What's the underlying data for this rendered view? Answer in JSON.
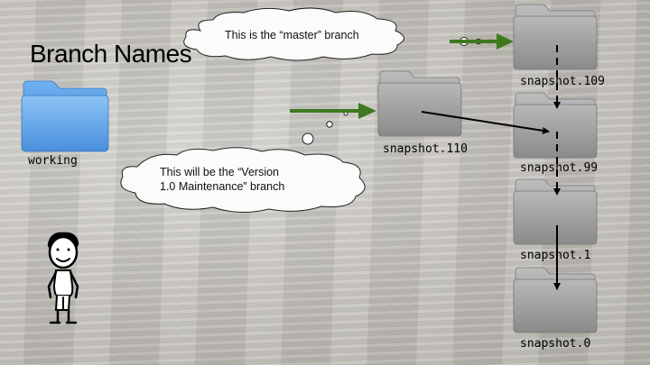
{
  "slide": {
    "title": "Branch Names"
  },
  "folders": {
    "working": {
      "label": "working",
      "color": "#5aa0e8"
    },
    "snapshot_110": {
      "label": "snapshot.110"
    },
    "snapshot_109": {
      "label": "snapshot.109"
    },
    "snapshot_99": {
      "label": "snapshot.99"
    },
    "snapshot_1": {
      "label": "snapshot.1"
    },
    "snapshot_0": {
      "label": "snapshot.0"
    }
  },
  "callouts": {
    "master": {
      "text": "This is the “master” branch"
    },
    "maintenance": {
      "line1": "This will be the “Version",
      "line2": "1.0 Maintenance” branch"
    }
  },
  "colors": {
    "arrow_green": "#3f7a1f",
    "folder_gray": "#a9a9a9"
  }
}
